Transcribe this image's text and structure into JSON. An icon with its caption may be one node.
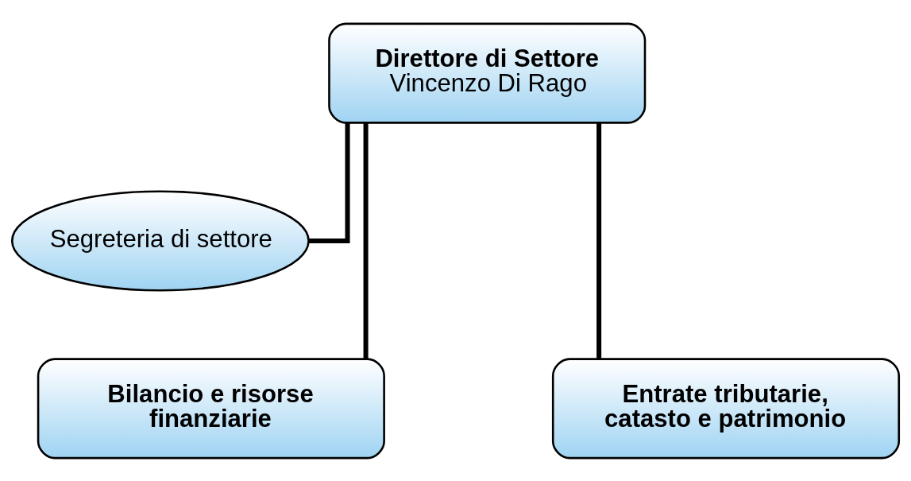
{
  "diagram": {
    "nodes": [
      {
        "text": [
          "Direttore di Settore",
          "Vincenzo Di Rago"
        ]
      },
      {
        "text": [
          "Segreteria di settore"
        ]
      },
      {
        "text": [
          "Bilancio e risorse finanziarie"
        ]
      },
      {
        "text": [
          "Entrate tributarie, catasto e patrimonio"
        ]
      }
    ],
    "edges": [
      {
        "from": 0,
        "to": 1,
        "arrow": "none"
      },
      {
        "from": 0,
        "to": 2,
        "arrow": "none"
      },
      {
        "from": 0,
        "to": 3,
        "arrow": "none"
      }
    ]
  }
}
